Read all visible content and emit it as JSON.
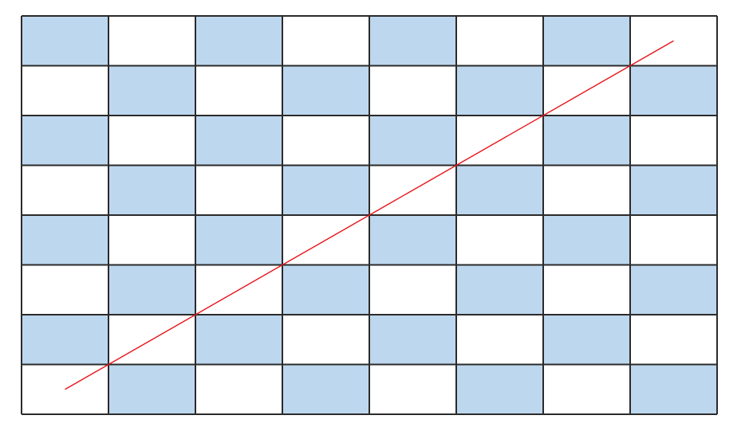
{
  "board": {
    "rows": 8,
    "columns": 8,
    "pattern": "checkerboard",
    "top_left_cell": "filled"
  },
  "line": {
    "start_cell": {
      "row": 8,
      "column": 1,
      "anchor": "bottom-left"
    },
    "end_cell": {
      "row": 1,
      "column": 8,
      "anchor": "top-right"
    }
  },
  "colors": {
    "filled_cell": "#bdd7ee",
    "empty_cell": "#ffffff",
    "grid_line": "#2b2b2b",
    "diagonal_line": "#e8141a"
  }
}
